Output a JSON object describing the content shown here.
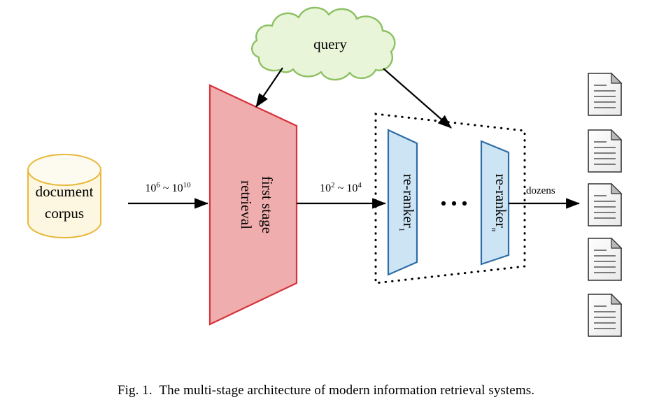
{
  "figure": {
    "caption_label": "Fig. 1.",
    "caption_text": "The multi-stage architecture of modern information retrieval systems.",
    "background_color": "#ffffff"
  },
  "nodes": {
    "corpus": {
      "name": "document corpus",
      "line1": "document",
      "line2": "corpus",
      "shape": "cylinder",
      "fill_color": "#fdf6e0",
      "stroke_color": "#e8b93c"
    },
    "query": {
      "name": "query",
      "label": "query",
      "shape": "cloud",
      "fill_color": "#e8f5d8",
      "stroke_color": "#8cc063"
    },
    "first_stage": {
      "name": "first stage retrieval",
      "line1": "first stage",
      "line2": "retrieval",
      "shape": "trapezoid",
      "fill_color": "#f0adad",
      "stroke_color": "#d6343c"
    },
    "reranker_first": {
      "name": "re-ranker 1",
      "label": "re-ranker",
      "subscript": "1",
      "shape": "trapezoid",
      "fill_color": "#cde4f5",
      "stroke_color": "#2e6da4"
    },
    "reranker_last": {
      "name": "re-ranker n",
      "label": "re-ranker",
      "subscript": "n",
      "shape": "trapezoid",
      "fill_color": "#cde4f5",
      "stroke_color": "#2e6da4"
    },
    "reranker_group": {
      "name": "re-ranking stage group",
      "shape": "dotted-trapezoid",
      "stroke_color": "#000000"
    },
    "ellipsis": {
      "name": "ellipsis between re-rankers",
      "label": "· · ·",
      "dot_count": 3
    },
    "results": {
      "name": "retrieved documents",
      "count": 5,
      "fill_color": "#f4f4f4",
      "stroke_color": "#333333",
      "rule_color": "#555555"
    }
  },
  "edges": [
    {
      "id": "corpus-to-first-stage",
      "from": "document corpus",
      "to": "first stage retrieval",
      "label_base1": "10",
      "label_sup1": "6",
      "label_tilde": " ~ ",
      "label_base2": "10",
      "label_sup2": "10"
    },
    {
      "id": "first-stage-to-rerankers",
      "from": "first stage retrieval",
      "to": "re-ranker 1",
      "label_base1": "10",
      "label_sup1": "2",
      "label_tilde": " ~ ",
      "label_base2": "10",
      "label_sup2": "4"
    },
    {
      "id": "rerankers-to-results",
      "from": "re-ranker n",
      "to": "retrieved documents",
      "label": "dozens"
    },
    {
      "id": "query-to-first-stage",
      "from": "query",
      "to": "first stage retrieval",
      "label": ""
    },
    {
      "id": "query-to-rerankers",
      "from": "query",
      "to": "re-ranker group",
      "label": ""
    }
  ],
  "colors": {
    "arrow": "#000000",
    "red_fill": "#f0adad",
    "red_stroke": "#d6343c",
    "blue_fill": "#cde4f5",
    "blue_stroke": "#2e6da4",
    "green_fill": "#e8f5d8",
    "green_stroke": "#8cc063",
    "yellow_fill": "#fdf6e0",
    "yellow_stroke": "#e8b93c"
  }
}
